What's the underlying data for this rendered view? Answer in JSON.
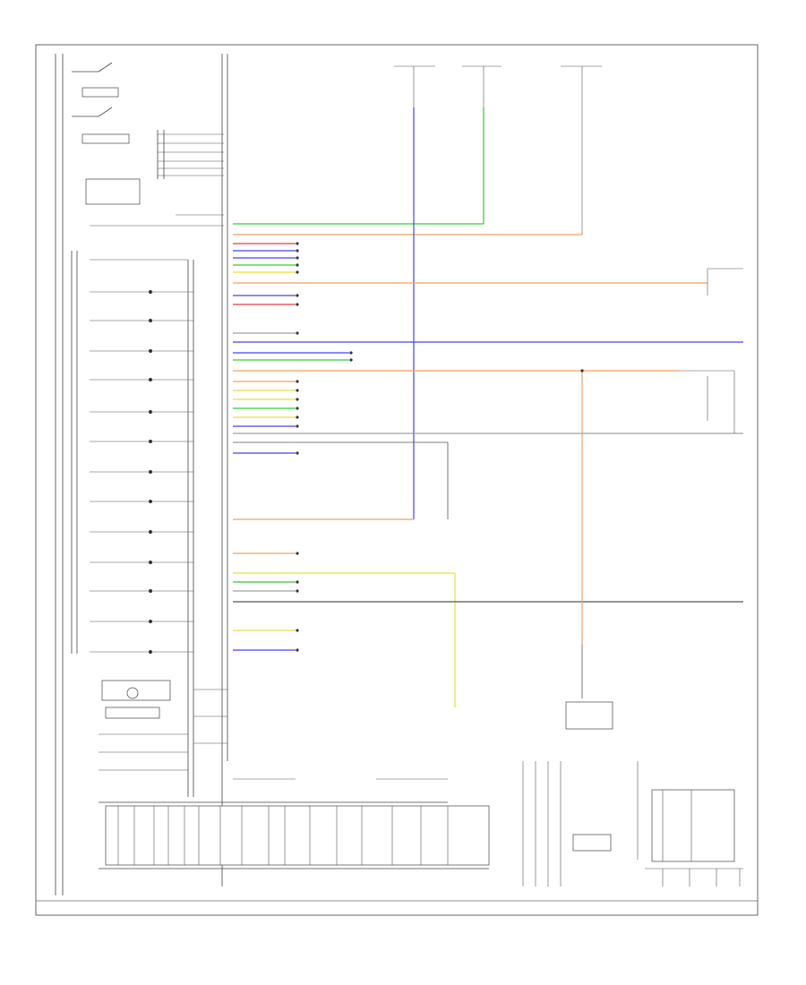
{
  "diagram": {
    "footer_left": "",
    "footer_right": "",
    "corner_label": "",
    "bus_label": ""
  },
  "labels": [
    {
      "id": "tachometer",
      "text": ""
    },
    {
      "id": "speedometer",
      "text": ""
    },
    {
      "id": "odometer",
      "text": ""
    },
    {
      "id": "fuel-sender",
      "text": ""
    },
    {
      "id": "fuel-level-sensor",
      "text": ""
    },
    {
      "id": "ground",
      "text": ""
    }
  ],
  "colors": {
    "green": "#33cc33",
    "orange": "#f2a060",
    "blue": "#4444ee",
    "red": "#e04040",
    "yellow": "#e8e040",
    "gray": "#888888",
    "dark": "#333333"
  }
}
